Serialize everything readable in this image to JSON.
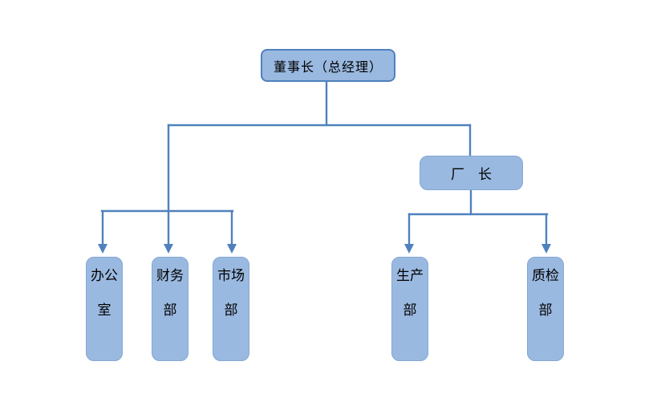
{
  "diagram": {
    "type": "org-chart",
    "orientation": "top-down"
  },
  "theme": {
    "background": "#ffffff",
    "node_fill": "#9ab9e0",
    "node_border": "#84a7d3",
    "root_border": "#4f81bd",
    "connector": "#4f81bd",
    "text": "#000000"
  },
  "nodes": {
    "chairman": {
      "label": "董事长（总经理）"
    },
    "factory_director": {
      "label": "厂　长"
    },
    "office": {
      "label": "办公室"
    },
    "finance": {
      "label": "财务部"
    },
    "marketing": {
      "label": "市场部"
    },
    "production": {
      "label": "生产部"
    },
    "quality": {
      "label": "质检部"
    }
  },
  "edges": [
    {
      "from": "chairman",
      "to": "office"
    },
    {
      "from": "chairman",
      "to": "finance"
    },
    {
      "from": "chairman",
      "to": "marketing"
    },
    {
      "from": "chairman",
      "to": "factory_director"
    },
    {
      "from": "factory_director",
      "to": "production"
    },
    {
      "from": "factory_director",
      "to": "quality"
    }
  ]
}
